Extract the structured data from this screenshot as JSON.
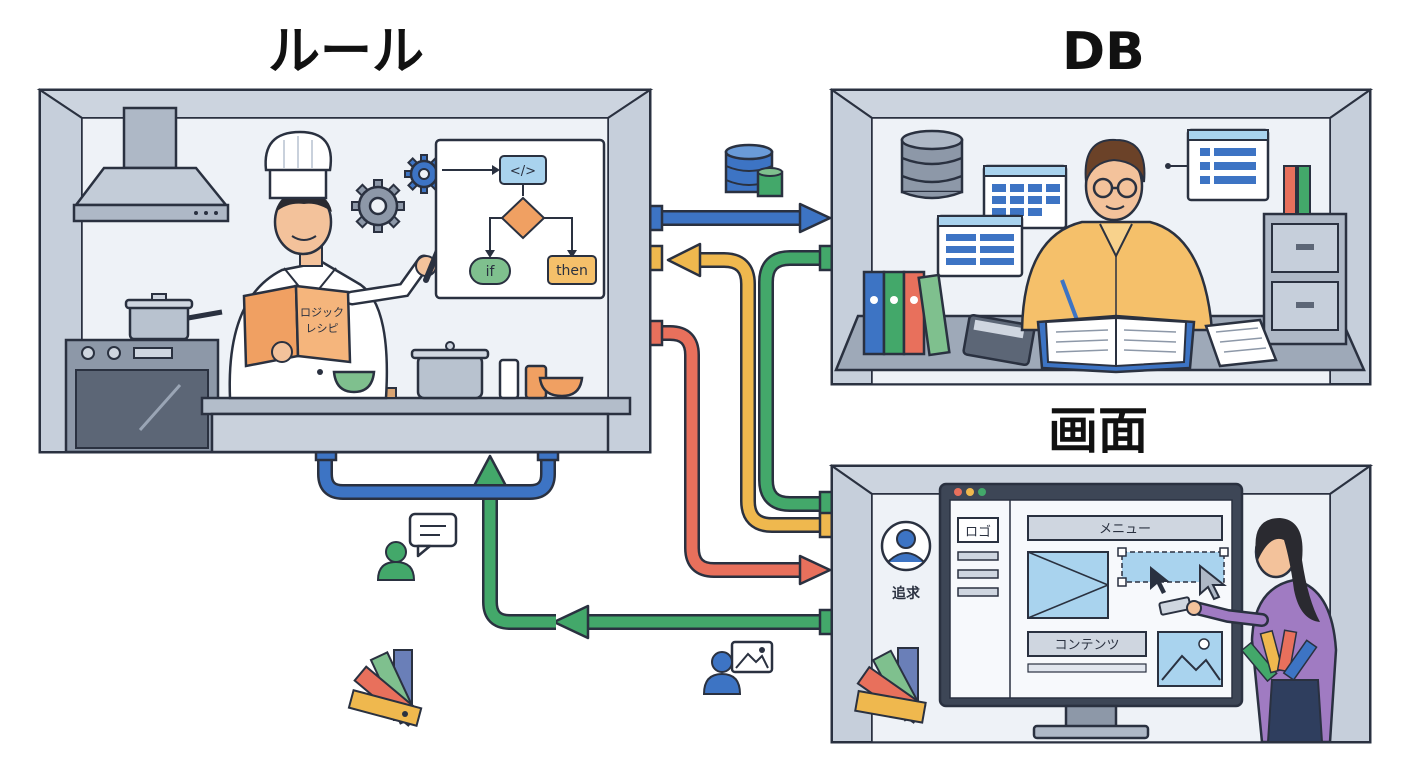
{
  "titles": {
    "rule": "ルール",
    "db": "DB",
    "screen": "画面"
  },
  "rule_panel": {
    "book_label_line1": "ロジック",
    "book_label_line2": "レシピ",
    "flow_code": "</>",
    "flow_if": "if",
    "flow_then": "then"
  },
  "screen_panel": {
    "logo": "ロゴ",
    "menu": "メニュー",
    "content": "コンテンツ",
    "user_label": "追求"
  },
  "colors": {
    "blue_pipe": "#3d74c4",
    "yellow_pipe": "#efb84e",
    "green_pipe": "#43a86a",
    "red_pipe": "#e8705c",
    "frame_outline": "#2a3140",
    "panel_bg": "#e7ecf3"
  }
}
